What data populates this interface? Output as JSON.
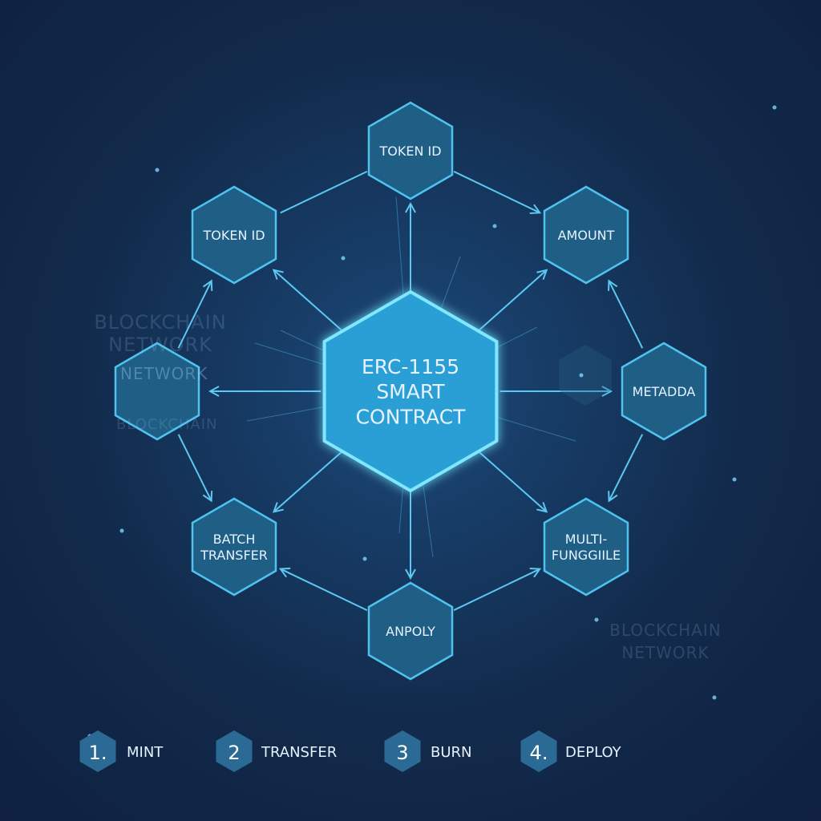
{
  "center": {
    "lines": [
      "ERC-1155",
      "SMART",
      "CONTRACT"
    ]
  },
  "nodes": [
    {
      "id": "top",
      "lines": [
        "TOKEN ID"
      ]
    },
    {
      "id": "upper-left",
      "lines": [
        "TOKEN ID"
      ]
    },
    {
      "id": "upper-right",
      "lines": [
        "AMOUNT"
      ]
    },
    {
      "id": "left",
      "lines": []
    },
    {
      "id": "right",
      "lines": [
        "METADDA"
      ]
    },
    {
      "id": "lower-left",
      "lines": [
        "BATCH",
        "TRANSFER"
      ]
    },
    {
      "id": "lower-right",
      "lines": [
        "MULTI-",
        "FUNGGIILE"
      ]
    },
    {
      "id": "bottom",
      "lines": [
        "ANPOLY"
      ]
    }
  ],
  "watermarks": {
    "left": "BLOCKCHAIN NETWORK",
    "left_sub": "NETWORK",
    "left_sub2": "BLOCKCHAIN",
    "right": "BLOCKCHAIN NETWORK"
  },
  "legend": [
    {
      "number": "1.",
      "label": "MINT"
    },
    {
      "number": "2",
      "label": "TRANSFER"
    },
    {
      "number": "3",
      "label": "BURN"
    },
    {
      "number": "4.",
      "label": "DEPLOY"
    }
  ],
  "colors": {
    "background": "#122b4c",
    "hex_fill": "#1f5e85",
    "hex_stroke": "#4fc3f0",
    "center_fill": "#2a9fd6",
    "text": "#e6f2ff"
  }
}
